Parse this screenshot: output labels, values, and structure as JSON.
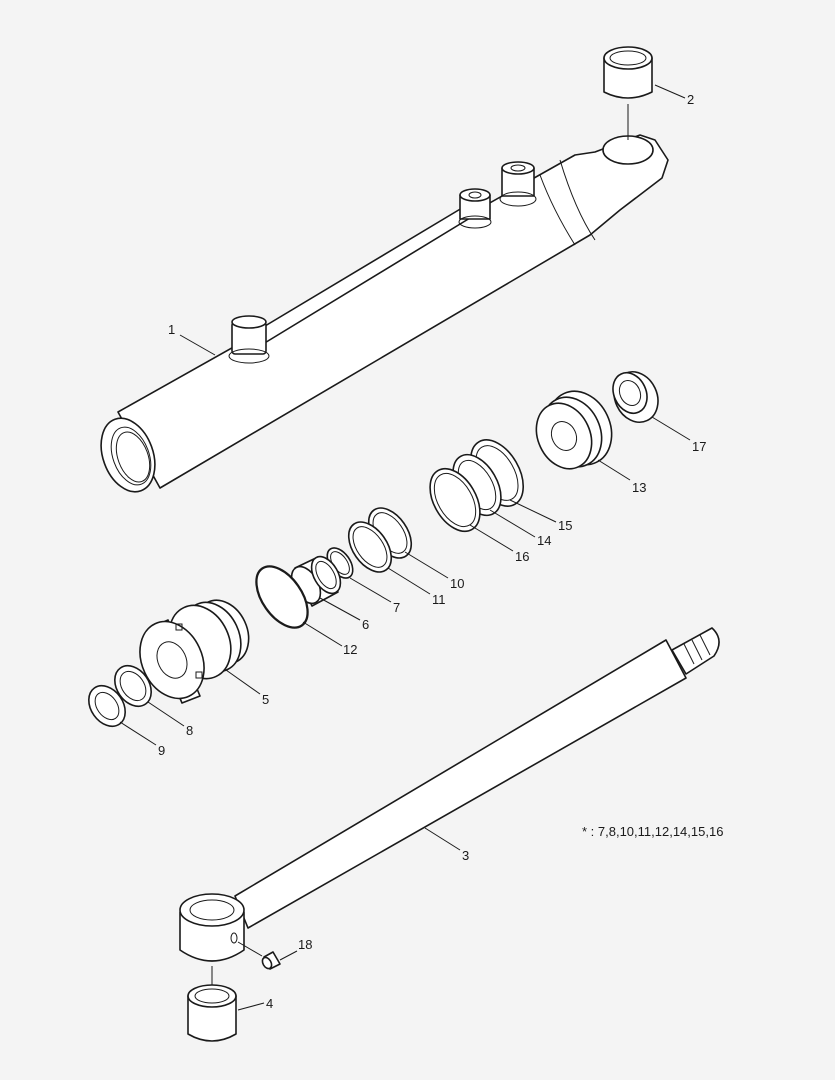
{
  "diagram": {
    "callouts": {
      "p1": "1",
      "p2": "2",
      "p3": "3",
      "p4": "4",
      "p5": "5",
      "p6": "6",
      "p7": "7",
      "p8": "8",
      "p9": "9",
      "p10": "10",
      "p11": "11",
      "p12": "12",
      "p13": "13",
      "p14": "14",
      "p15": "15",
      "p16": "16",
      "p17": "17",
      "p18": "18"
    },
    "kit_note": "* : 7,8,10,11,12,14,15,16"
  }
}
